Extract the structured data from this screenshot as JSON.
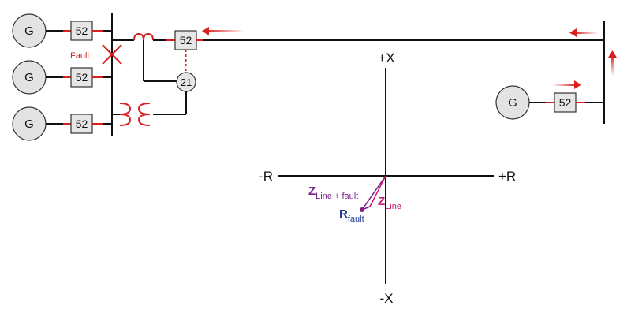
{
  "colors": {
    "line": "#111111",
    "red": "#d92020",
    "purple": "#7a1f8c",
    "magenta": "#cc1a6e",
    "blue": "#1f3c99",
    "gen_fill": "#e3e3e3",
    "breaker_fill": "#e6e6e6"
  },
  "labels": {
    "generator": "G",
    "breaker": "52",
    "relay": "21",
    "fault": "Fault"
  },
  "axes": {
    "pos_x": "+X",
    "neg_x": "-X",
    "neg_r": "-R",
    "pos_r": "+R"
  },
  "impedance": {
    "z_line_fault_main": "Z",
    "z_line_fault_sub": "Line + fault",
    "z_line_main": "Z",
    "z_line_sub": "Line",
    "r_fault_main": "R",
    "r_fault_sub": "fault"
  }
}
